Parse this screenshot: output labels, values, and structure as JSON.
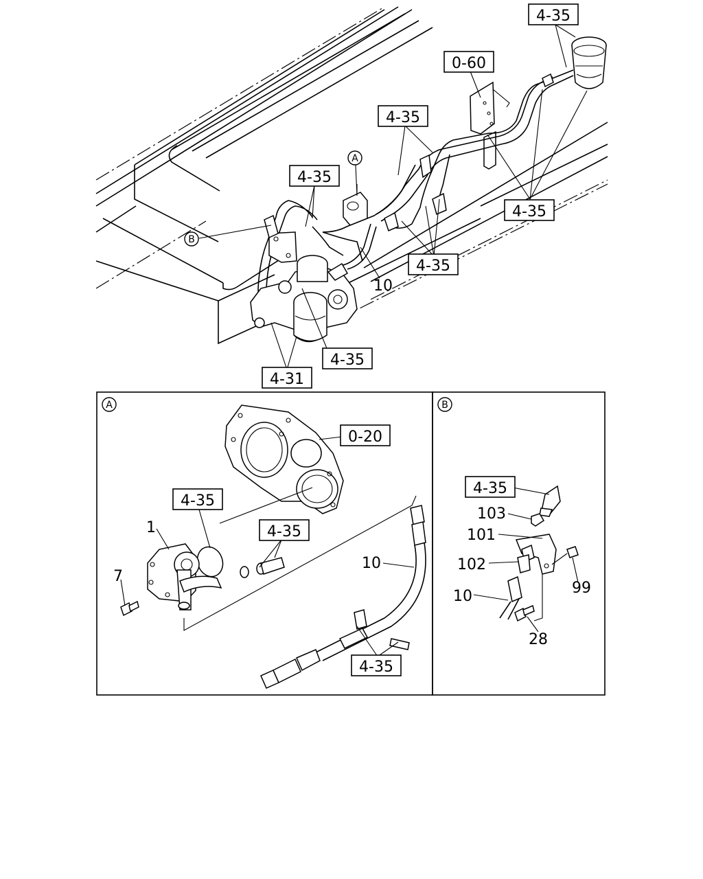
{
  "diagram": {
    "refs": {
      "ref_top_right": "4-35",
      "ref_bracket": "0-60",
      "ref_clip_upper": "4-35",
      "ref_hose_left": "4-35",
      "ref_pipes_right": "4-35",
      "ref_clamps": "4-35",
      "ref_gear": "4-35",
      "ref_gear_mount": "4-31",
      "ref_a_plate": "0-20",
      "ref_a_oring": "4-35",
      "ref_a_tube": "4-35",
      "ref_a_clip": "4-35",
      "ref_b_hose": "4-35"
    },
    "numbers": {
      "n_main_10": "10",
      "n_a_1": "1",
      "n_a_7": "7",
      "n_a_10": "10",
      "n_b_103": "103",
      "n_b_101": "101",
      "n_b_102": "102",
      "n_b_10": "10",
      "n_b_99": "99",
      "n_b_28": "28"
    },
    "callouts": {
      "a_main": "A",
      "b_main": "B",
      "a_panel": "A",
      "b_panel": "B"
    }
  }
}
